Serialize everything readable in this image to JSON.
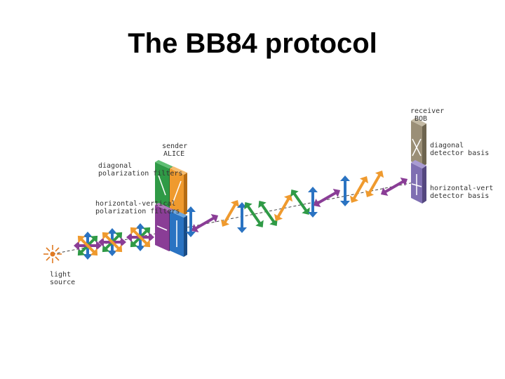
{
  "title": "The BB84 protocol",
  "labels": {
    "receiver": "receiver",
    "bob": "BOB",
    "diagonal_detector": "diagonal",
    "diagonal_detector_2": "detector basis",
    "hv_detector": "horizontal-vert",
    "hv_detector_2": "detector basis",
    "sender": "sender",
    "alice": "ALICE",
    "diagonal_filters": "diagonal",
    "diagonal_filters_2": "polarization filters",
    "hv_filters": "horizontal-vertical",
    "hv_filters_2": "polarization filters",
    "light": "light",
    "source": "source"
  },
  "colors": {
    "purple": "#8a3d96",
    "orange": "#ef9a2e",
    "green": "#2f9a46",
    "blue": "#2a73c2",
    "source": "#e07a22",
    "bob_box_top": "#9b8f77",
    "bob_box_bottom": "#7f6fb2"
  }
}
